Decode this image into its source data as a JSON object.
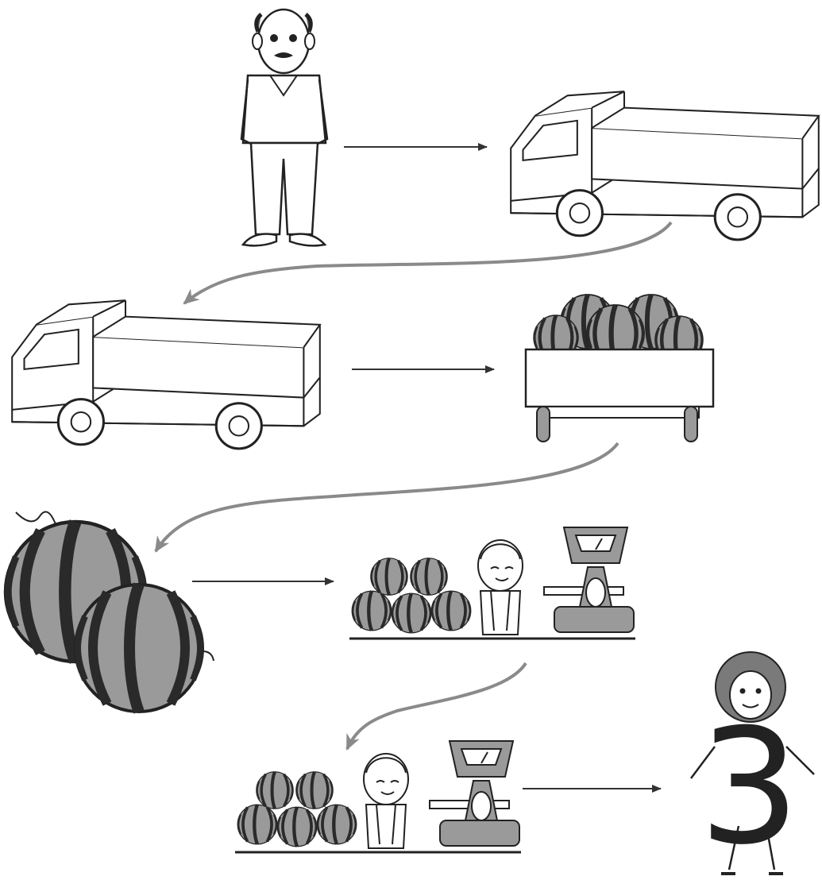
{
  "diagram": {
    "kind": "process-flow",
    "steps": [
      {
        "id": "farmer",
        "icon": "farmer-man-icon"
      },
      {
        "id": "empty-truck",
        "icon": "empty-truck-icon"
      },
      {
        "id": "empty-truck-2",
        "icon": "empty-truck-icon"
      },
      {
        "id": "watermelon-cart",
        "icon": "watermelon-cart-icon"
      },
      {
        "id": "watermelons",
        "icon": "watermelons-icon"
      },
      {
        "id": "market-stall",
        "icon": "market-stall-icon"
      },
      {
        "id": "market-stall-2",
        "icon": "market-stall-icon"
      },
      {
        "id": "girl-three",
        "icon": "girl-with-number-three-icon"
      }
    ],
    "number_figure": "3"
  },
  "colors": {
    "line": "#222222",
    "arrow": "#333333",
    "curve_arrow": "#8a8a8a",
    "melon_light": "#9a9a9a",
    "melon_dark": "#2a2a2a",
    "scale_gray": "#9a9a9a",
    "hair": "#7a7a7a"
  }
}
